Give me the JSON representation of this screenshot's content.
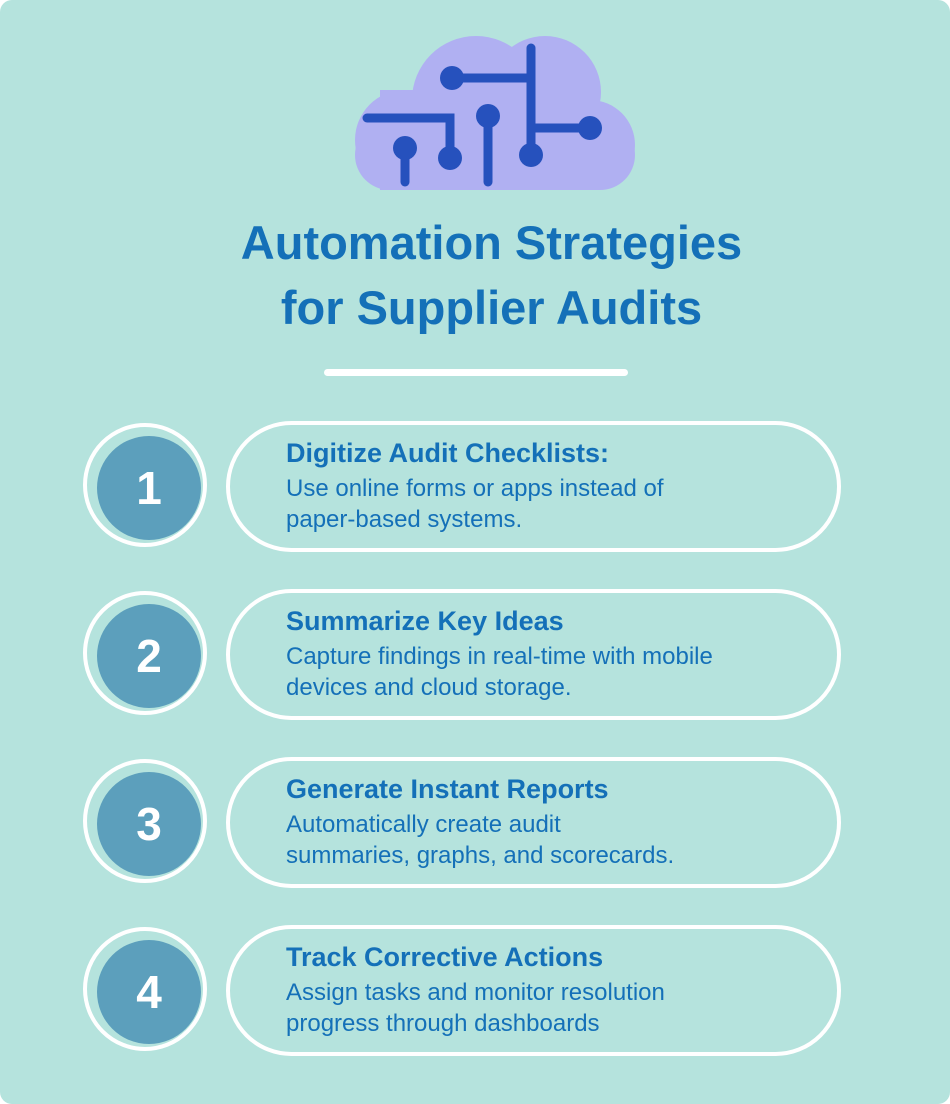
{
  "header": {
    "icon": "cloud-circuit-icon",
    "title_line1": "Automation Strategies",
    "title_line2": "for Supplier Audits"
  },
  "colors": {
    "background": "#b5e3dd",
    "title": "#1470b8",
    "number_fill": "#5c9fbc",
    "cloud_fill": "#b0b0f2",
    "circuit": "#2651bd",
    "outline": "#ffffff"
  },
  "steps": [
    {
      "number": "1",
      "title": "Digitize Audit Checklists:",
      "desc_line1": "Use online forms or apps instead of",
      "desc_line2": "paper-based systems."
    },
    {
      "number": "2",
      "title": "Summarize Key Ideas",
      "desc_line1": "Capture findings in real-time with mobile",
      "desc_line2": "devices and cloud storage."
    },
    {
      "number": "3",
      "title": "Generate Instant Reports",
      "desc_line1": "Automatically create audit",
      "desc_line2": "summaries, graphs, and scorecards."
    },
    {
      "number": "4",
      "title": "Track Corrective Actions",
      "desc_line1": "Assign tasks and monitor resolution",
      "desc_line2": "progress through dashboards"
    }
  ]
}
